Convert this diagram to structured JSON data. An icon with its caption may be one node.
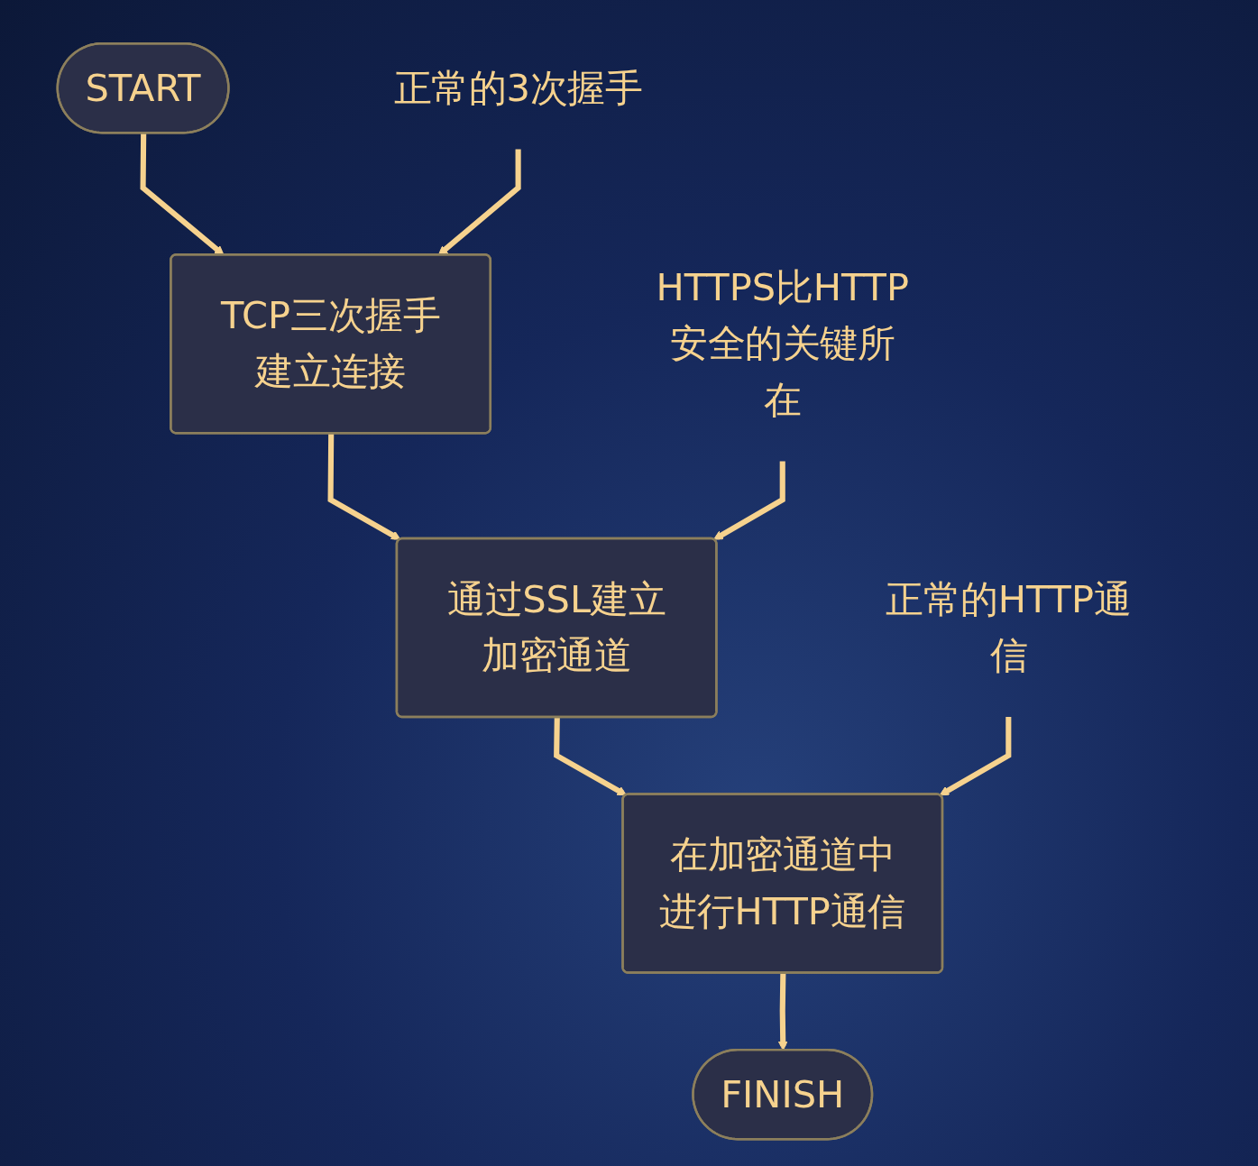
{
  "diagram": {
    "nodes": [
      {
        "text": [
          "START"
        ]
      },
      {
        "text": [
          "TCP三次握手建立连接"
        ]
      },
      {
        "text": [
          "通过SSL建立加密通道"
        ]
      },
      {
        "text": [
          "在加密通道中进行HTTP通信"
        ]
      },
      {
        "text": [
          "FINISH"
        ]
      },
      {
        "text": [
          "正常的3次握手"
        ]
      },
      {
        "text": [
          "HTTPS比HTTP安全的关键所在"
        ]
      },
      {
        "text": [
          "正常的HTTP通信"
        ]
      }
    ],
    "edges": [
      {
        "from": 0,
        "to": 1,
        "arrow": "to"
      },
      {
        "from": 5,
        "to": 1,
        "arrow": "to"
      },
      {
        "from": 1,
        "to": 2,
        "arrow": "to"
      },
      {
        "from": 6,
        "to": 2,
        "arrow": "to"
      },
      {
        "from": 2,
        "to": 3,
        "arrow": "to"
      },
      {
        "from": 7,
        "to": 3,
        "arrow": "to"
      },
      {
        "from": 3,
        "to": 4,
        "arrow": "to"
      }
    ]
  }
}
